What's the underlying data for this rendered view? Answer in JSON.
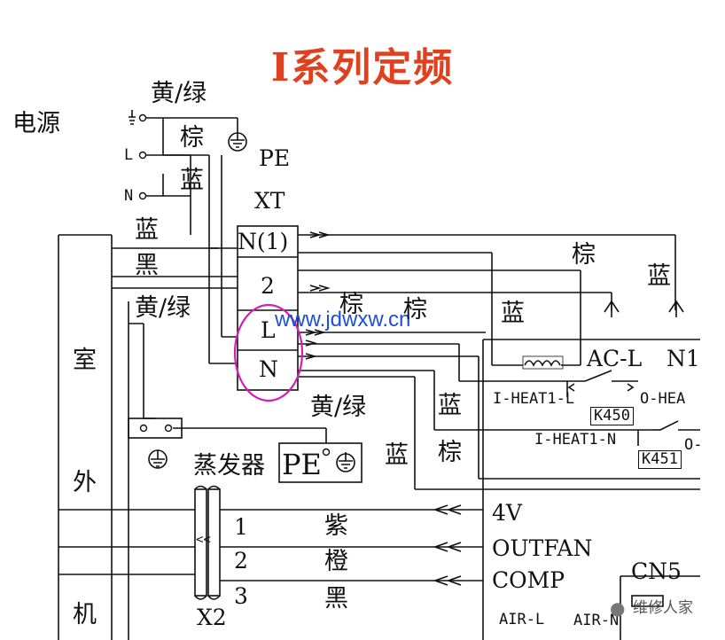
{
  "title": "I系列定频",
  "power": {
    "label": "电源",
    "yellow_green": "黄/绿",
    "brown": "棕",
    "blue": "蓝",
    "pe": "PE",
    "xt": "XT",
    "l_mark": "L",
    "n_mark": "N"
  },
  "terminal": {
    "n1": "N(1)",
    "t2": "2",
    "tl": "L",
    "tn": "N"
  },
  "indoor_side": {
    "blue": "蓝",
    "black": "黑",
    "yellow_green": "黄/绿"
  },
  "indoor_unit_label": [
    "室",
    "外",
    "机"
  ],
  "url": "www.jdwxw.cn",
  "mid_wires": {
    "brown1": "棕",
    "brown2": "棕",
    "blue": "蓝",
    "brown_top": "棕",
    "blue_top": "蓝",
    "yellow_green": "黄/绿",
    "blue_lower": "蓝",
    "brown_lower": "棕",
    "blue_left": "蓝"
  },
  "evaporator": {
    "label": "蒸发器",
    "pe": "PE"
  },
  "board": {
    "ac_l": "AC-L",
    "n1": "N1",
    "heat1_l": "I-HEAT1-L",
    "o_heat": "O-HEA",
    "k450": "K450",
    "heat1_n": "I-HEAT1-N",
    "o_minus": "O-",
    "k451": "K451",
    "v4": "4V",
    "outfan": "OUTFAN",
    "comp": "COMP",
    "cn5": "CN5",
    "air_l": "AIR-L",
    "air_n": "AIR-N"
  },
  "connector": {
    "x2": "X2",
    "pin1": "1",
    "pin2": "2",
    "pin3": "3",
    "purple": "紫",
    "orange": "橙",
    "black": "黑",
    "arrows": "<<"
  },
  "watermark": "维修人家",
  "colors": {
    "title": "#e0401e",
    "url": "#1e4fd8",
    "highlight": "#d41fb4",
    "line": "#111111"
  }
}
